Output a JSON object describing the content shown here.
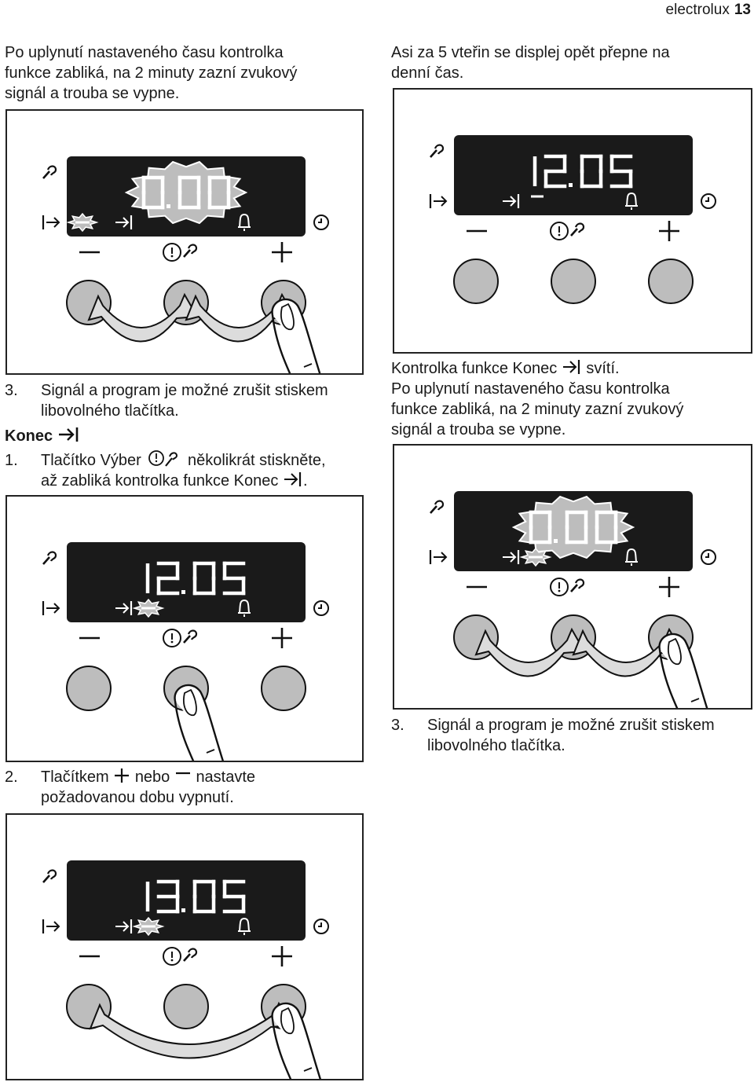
{
  "header": {
    "brand": "electrolux",
    "page": "13"
  },
  "texts": {
    "top_left": [
      "Po uplynutí nastaveného času kontrolka",
      "funkce zabliká, na 2 minuty zazní zvukový",
      "signál a trouba se vypne."
    ],
    "top_right": [
      "Asi za 5 vteřin se displej opět přepne na",
      "denní čas."
    ],
    "step3_left": {
      "num": "3.",
      "lines": [
        "Signál a program je možné zrušit stiskem",
        "libovolného tlačítka."
      ]
    },
    "konec_heading": "Konec",
    "step1": {
      "num": "1.",
      "a": "Tlačítko Výber",
      "b": "několikrát stiskněte,",
      "c": "až zabliká kontrolka funkce Konec",
      "d": "."
    },
    "right_mid": {
      "a": "Kontrolka funkce Konec",
      "b": "svítí.",
      "lines": [
        "Po uplynutí nastaveného času kontrolka",
        "funkce zabliká, na 2 minuty zazní zvukový",
        "signál a trouba se vypne."
      ]
    },
    "step3_right": {
      "num": "3.",
      "lines": [
        "Signál a program je možné zrušit stiskem",
        "libovolného tlačítka."
      ]
    },
    "step2": {
      "num": "2.",
      "a": "Tlačítkem",
      "b": "nebo",
      "c": "nastavte",
      "line2": "požadovanou dobu vypnutí."
    }
  },
  "panels": {
    "p1": {
      "display": "0.00"
    },
    "p2": {
      "display": "12.05"
    },
    "p3": {
      "display": "12.05"
    },
    "p4": {
      "display": "0.00"
    },
    "p5": {
      "display": "13.05"
    }
  }
}
